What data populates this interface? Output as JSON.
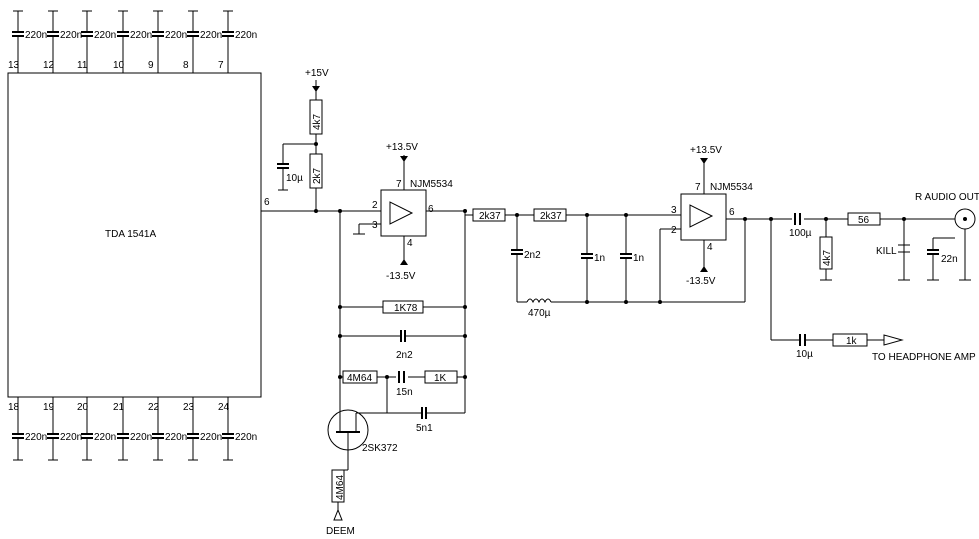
{
  "chip": {
    "name": "TDA 1541A"
  },
  "top_pins": [
    "13",
    "12",
    "11",
    "10",
    "9",
    "8",
    "7"
  ],
  "bottom_pins": [
    "18",
    "19",
    "20",
    "21",
    "22",
    "23",
    "24"
  ],
  "decoupling_cap_value": "220n",
  "chip_output_pin": "6",
  "supply": {
    "pos15": "+15V",
    "pos13_5": "+13.5V",
    "neg13_5": "-13.5V"
  },
  "opamp": {
    "name": "NJM5534",
    "pin_in_pos": "2",
    "pin_in_neg": "3",
    "pin_pos_supply": "7",
    "pin_neg_supply": "4",
    "pin_out": "6",
    "pin2_in_pos": "3",
    "pin2_in_neg": "2"
  },
  "components": {
    "r_4k7_top": "4k7",
    "r_2k7": "2k7",
    "c_10u_supply": "10µ",
    "r_1k78": "1K78",
    "c_2n2_fb": "2n2",
    "r_4m64_fb": "4M64",
    "c_15n": "15n",
    "r_1k_fb": "1K",
    "c_5n1": "5n1",
    "jfet": "2SK372",
    "r_4m64_gate": "4M64",
    "r_2k37_a": "2k37",
    "r_2k37_b": "2k37",
    "c_2n2_filter": "2n2",
    "l_470u": "470µ",
    "c_1n_a": "1n",
    "c_1n_b": "1n",
    "c_100u_out": "100µ",
    "r_4k7_out": "4k7",
    "r_56": "56",
    "c_22n": "22n",
    "c_10u_hp": "10µ",
    "r_1k_hp": "1k"
  },
  "labels": {
    "deem": "DEEM",
    "kill": "KILL",
    "r_audio_out": "R AUDIO OUT",
    "headphone": "TO HEADPHONE AMP"
  }
}
